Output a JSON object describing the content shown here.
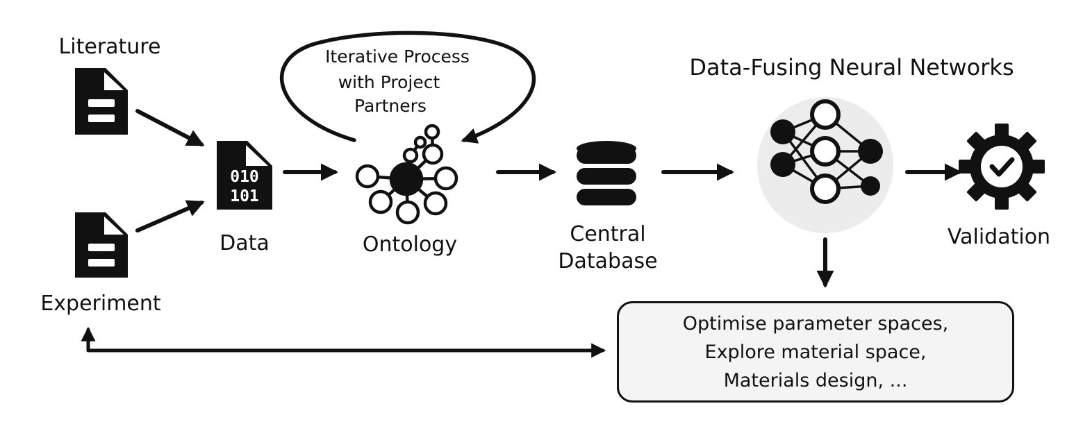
{
  "labels": {
    "literature": "Literature",
    "experiment": "Experiment",
    "data": "Data",
    "data_bits_top": "010",
    "data_bits_bottom": "101",
    "ontology": "Ontology",
    "iterative_lines": [
      "Iterative Process",
      "with Project",
      "Partners"
    ],
    "central_database_lines": [
      "Central",
      "Database"
    ],
    "neural_networks": "Data-Fusing Neural Networks",
    "validation": "Validation"
  },
  "outcomes": [
    "Optimise parameter spaces,",
    "Explore material space,",
    "Materials design, ..."
  ],
  "icons": {
    "literature": "document-icon",
    "experiment": "document-icon",
    "data": "binary-file-icon",
    "ontology": "ontology-graph-icon",
    "database": "database-icon",
    "neural_network": "neural-network-icon",
    "validation": "gear-check-icon"
  },
  "colors": {
    "ink": "#111111",
    "background": "#ffffff",
    "network_backdrop": "#ececec",
    "outcome_box_fill": "#f4f4f4"
  }
}
